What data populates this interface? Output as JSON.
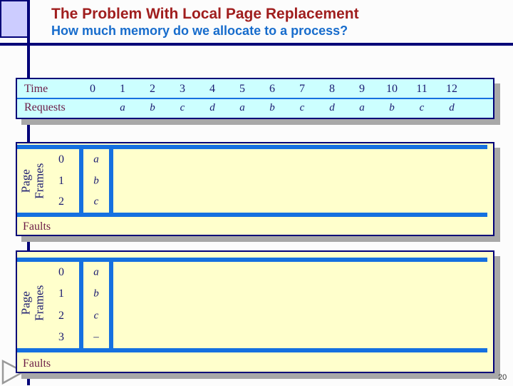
{
  "header": {
    "title": "The Problem With Local Page Replacement",
    "subtitle": "How much memory do we allocate to a process?"
  },
  "timeline": {
    "time_label": "Time",
    "requests_label": "Requests",
    "times": [
      "0",
      "1",
      "2",
      "3",
      "4",
      "5",
      "6",
      "7",
      "8",
      "9",
      "10",
      "11",
      "12"
    ],
    "requests": [
      "",
      "a",
      "b",
      "c",
      "d",
      "a",
      "b",
      "c",
      "d",
      "a",
      "b",
      "c",
      "d"
    ]
  },
  "frame_table_top": {
    "side_label": "Page Frames",
    "faults_label": "Faults",
    "rows": [
      {
        "frame": "0",
        "page": "a"
      },
      {
        "frame": "1",
        "page": "b"
      },
      {
        "frame": "2",
        "page": "c"
      }
    ]
  },
  "frame_table_bottom": {
    "side_label": "Page Frames",
    "faults_label": "Faults",
    "rows": [
      {
        "frame": "0",
        "page": "a"
      },
      {
        "frame": "1",
        "page": "b"
      },
      {
        "frame": "2",
        "page": "c"
      },
      {
        "frame": "3",
        "page": "–"
      }
    ]
  },
  "footer": {
    "page_number": "20"
  },
  "colors": {
    "title_red": "#A01E1E",
    "subtitle_blue": "#176CCC",
    "navy_border": "#000078",
    "line_blue": "#1570E0",
    "timeline_fill": "#CCFFFF",
    "panel_fill": "#FFFFCC",
    "corner_fill": "#CCCCFF",
    "label_maroon": "#6B1A45",
    "text_navy": "#1A1A70",
    "shadow_gray": "#A8A8A8"
  }
}
